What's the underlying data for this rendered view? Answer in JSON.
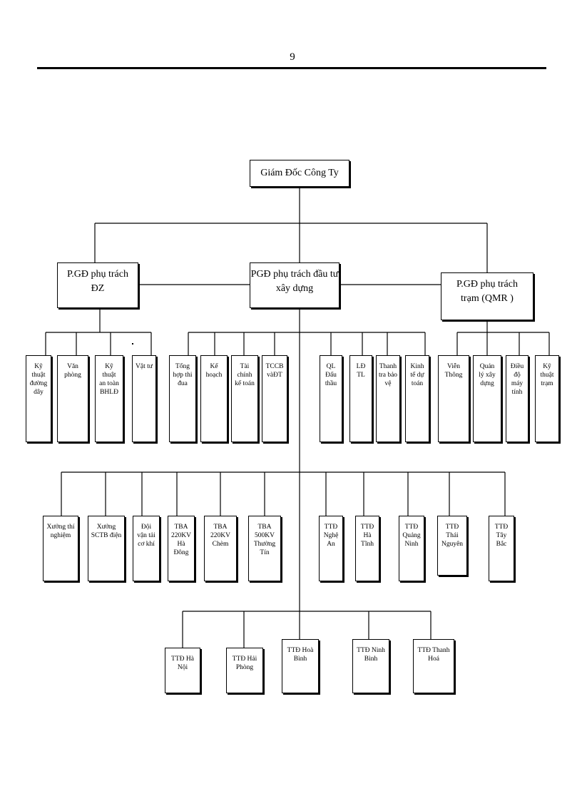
{
  "page": {
    "number": "9"
  },
  "org_chart": {
    "root": "Giám Đốc Công Ty",
    "deputies": {
      "left": "P.GĐ phụ         trách\nĐZ",
      "center": "PGĐ phụ trách đầu tư\nxây dựng",
      "right": "P.GĐ phụ trách\ntrạm (QMR )"
    },
    "left_units": [
      "Kỹ\nthuật\nđường\ndây",
      "Văn\nphòng",
      "Kỹ\nthuật\nan toàn\nBHLĐ",
      "Vật tư"
    ],
    "center_units_left": [
      "Tổng\nhợp thi\nđua",
      "Kế\nhoạch",
      "Tài\nchính\nkế toán",
      "TCCB\nvàĐT"
    ],
    "center_units_right": [
      "QL\nĐấu\nthầu",
      "LĐ\nTL",
      "Thanh\ntra bảo\nvệ",
      "Kinh\ntế dự\ntoán"
    ],
    "right_units": [
      "Viễn\nThông",
      "Quản\nlý xây\ndựng",
      "Điều\nđộ\nmáy\ntính",
      "Kỹ\nthuật\ntrạm"
    ],
    "level3_units": [
      "Xưởng thí\nnghiệm",
      "Xưởng\nSCTB điện",
      "Đội\nvận tải\ncơ khí",
      "TBA\n220KV\nHà\nĐông",
      "TBA\n220KV\nChèm",
      "TBA\n500KV\nThường\nTín",
      "TTĐ\nNghệ\nAn",
      "TTĐ\nHà\nTĩnh",
      "TTĐ\nQuảng\nNinh",
      "TTĐ\nThái\nNguyên",
      "TTĐ\nTây\nBắc"
    ],
    "level4_units": [
      "TTĐ Hà\nNội",
      "TTĐ Hải\nPhòng",
      "TTĐ Hoà\nBình",
      "TTĐ Ninh\nBình",
      "TTĐ Thanh\nHoá"
    ]
  }
}
